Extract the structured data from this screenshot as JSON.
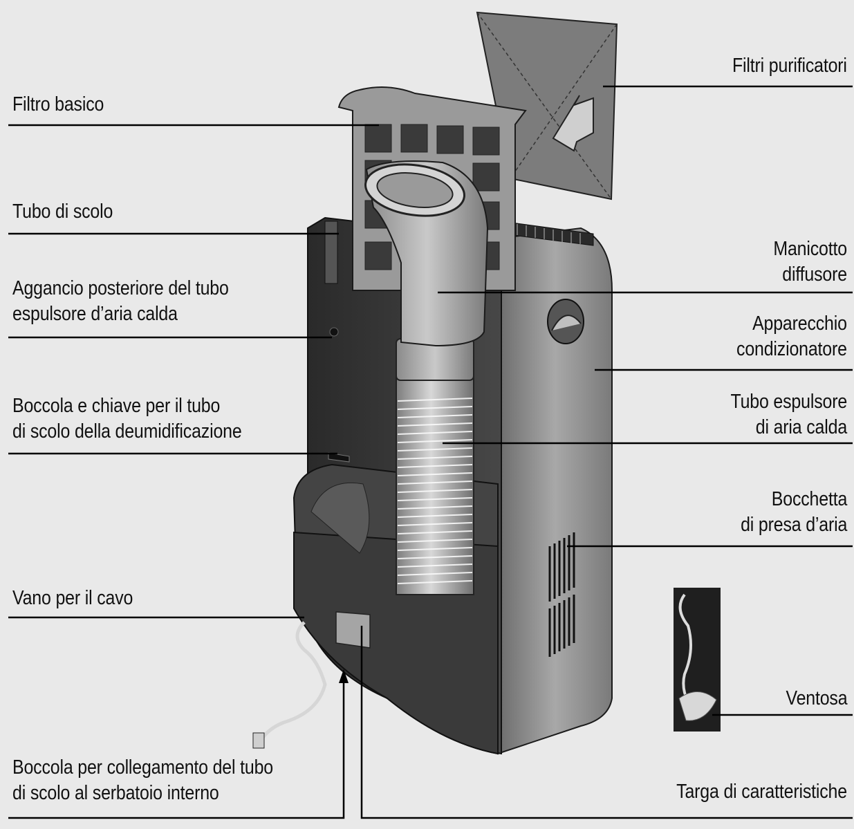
{
  "diagram": {
    "colors": {
      "background": "#e9e9e9",
      "body_dark": "#3a3a3a",
      "body_side": "#8d8d8d",
      "hose": "#a9a9a9",
      "filter": "#7e7e7e",
      "line": "#000000"
    },
    "labels": {
      "filtro_basico": "Filtro basico",
      "tubo_scolo": "Tubo di scolo",
      "aggancio_l1": "Aggancio posteriore del tubo",
      "aggancio_l2": "espulsore d’aria calda",
      "boccola_chiave_l1": "Boccola e chiave per il tubo",
      "boccola_chiave_l2": "di scolo della deumidificazione",
      "vano_cavo": "Vano per il cavo",
      "boccola_collegamento_l1": "Boccola per collegamento del tubo",
      "boccola_collegamento_l2": "di scolo al serbatoio interno",
      "filtri_purificatori": "Filtri purificatori",
      "manicotto_l1": "Manicotto",
      "manicotto_l2": "diffusore",
      "apparecchio_l1": "Apparecchio",
      "apparecchio_l2": "condizionatore",
      "tubo_espulsore_l1": "Tubo espulsore",
      "tubo_espulsore_l2": "di aria calda",
      "bocchetta_l1": "Bocchetta",
      "bocchetta_l2": "di presa d’aria",
      "ventosa": "Ventosa",
      "targa": "Targa di caratteristiche"
    }
  }
}
